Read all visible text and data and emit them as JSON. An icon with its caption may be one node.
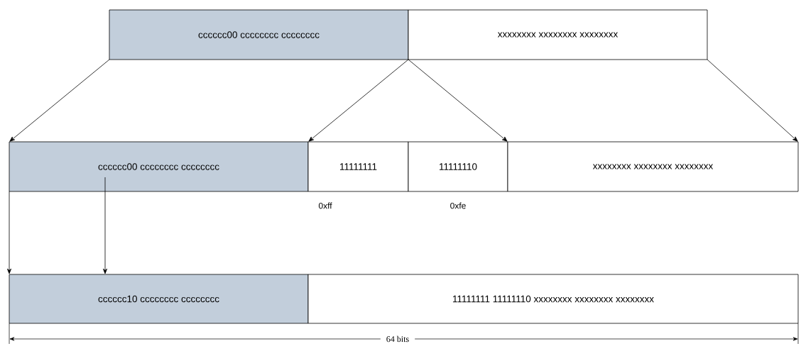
{
  "diagram": {
    "nodes": [
      {
        "text": [
          "cccccc00 cccccccc cccccccc"
        ]
      },
      {
        "text": [
          "xxxxxxxx xxxxxxxx xxxxxxxx"
        ]
      },
      {
        "text": [
          "cccccc00 cccccccc cccccccc"
        ]
      },
      {
        "text": [
          "11111111"
        ]
      },
      {
        "text": [
          "11111110"
        ]
      },
      {
        "text": [
          "xxxxxxxx xxxxxxxx xxxxxxxx"
        ]
      },
      {
        "text": [
          "cccccc10 cccccccc cccccccc"
        ]
      },
      {
        "text": [
          "11111111 11111110 xxxxxxxx xxxxxxxx xxxxxxxx"
        ]
      }
    ],
    "edges": [
      {
        "from": 0,
        "to": 2,
        "arrow": "to"
      },
      {
        "from": 0,
        "to": 3,
        "arrow": "to"
      },
      {
        "from": 1,
        "to": 4,
        "arrow": "to"
      },
      {
        "from": 1,
        "to": 5,
        "arrow": "to"
      },
      {
        "from": 2,
        "to": 6,
        "arrow": "to"
      },
      {
        "from": 2,
        "to": 6,
        "arrow": "to"
      }
    ],
    "labels": [
      "0xff",
      "0xfe",
      "64 bits"
    ]
  }
}
